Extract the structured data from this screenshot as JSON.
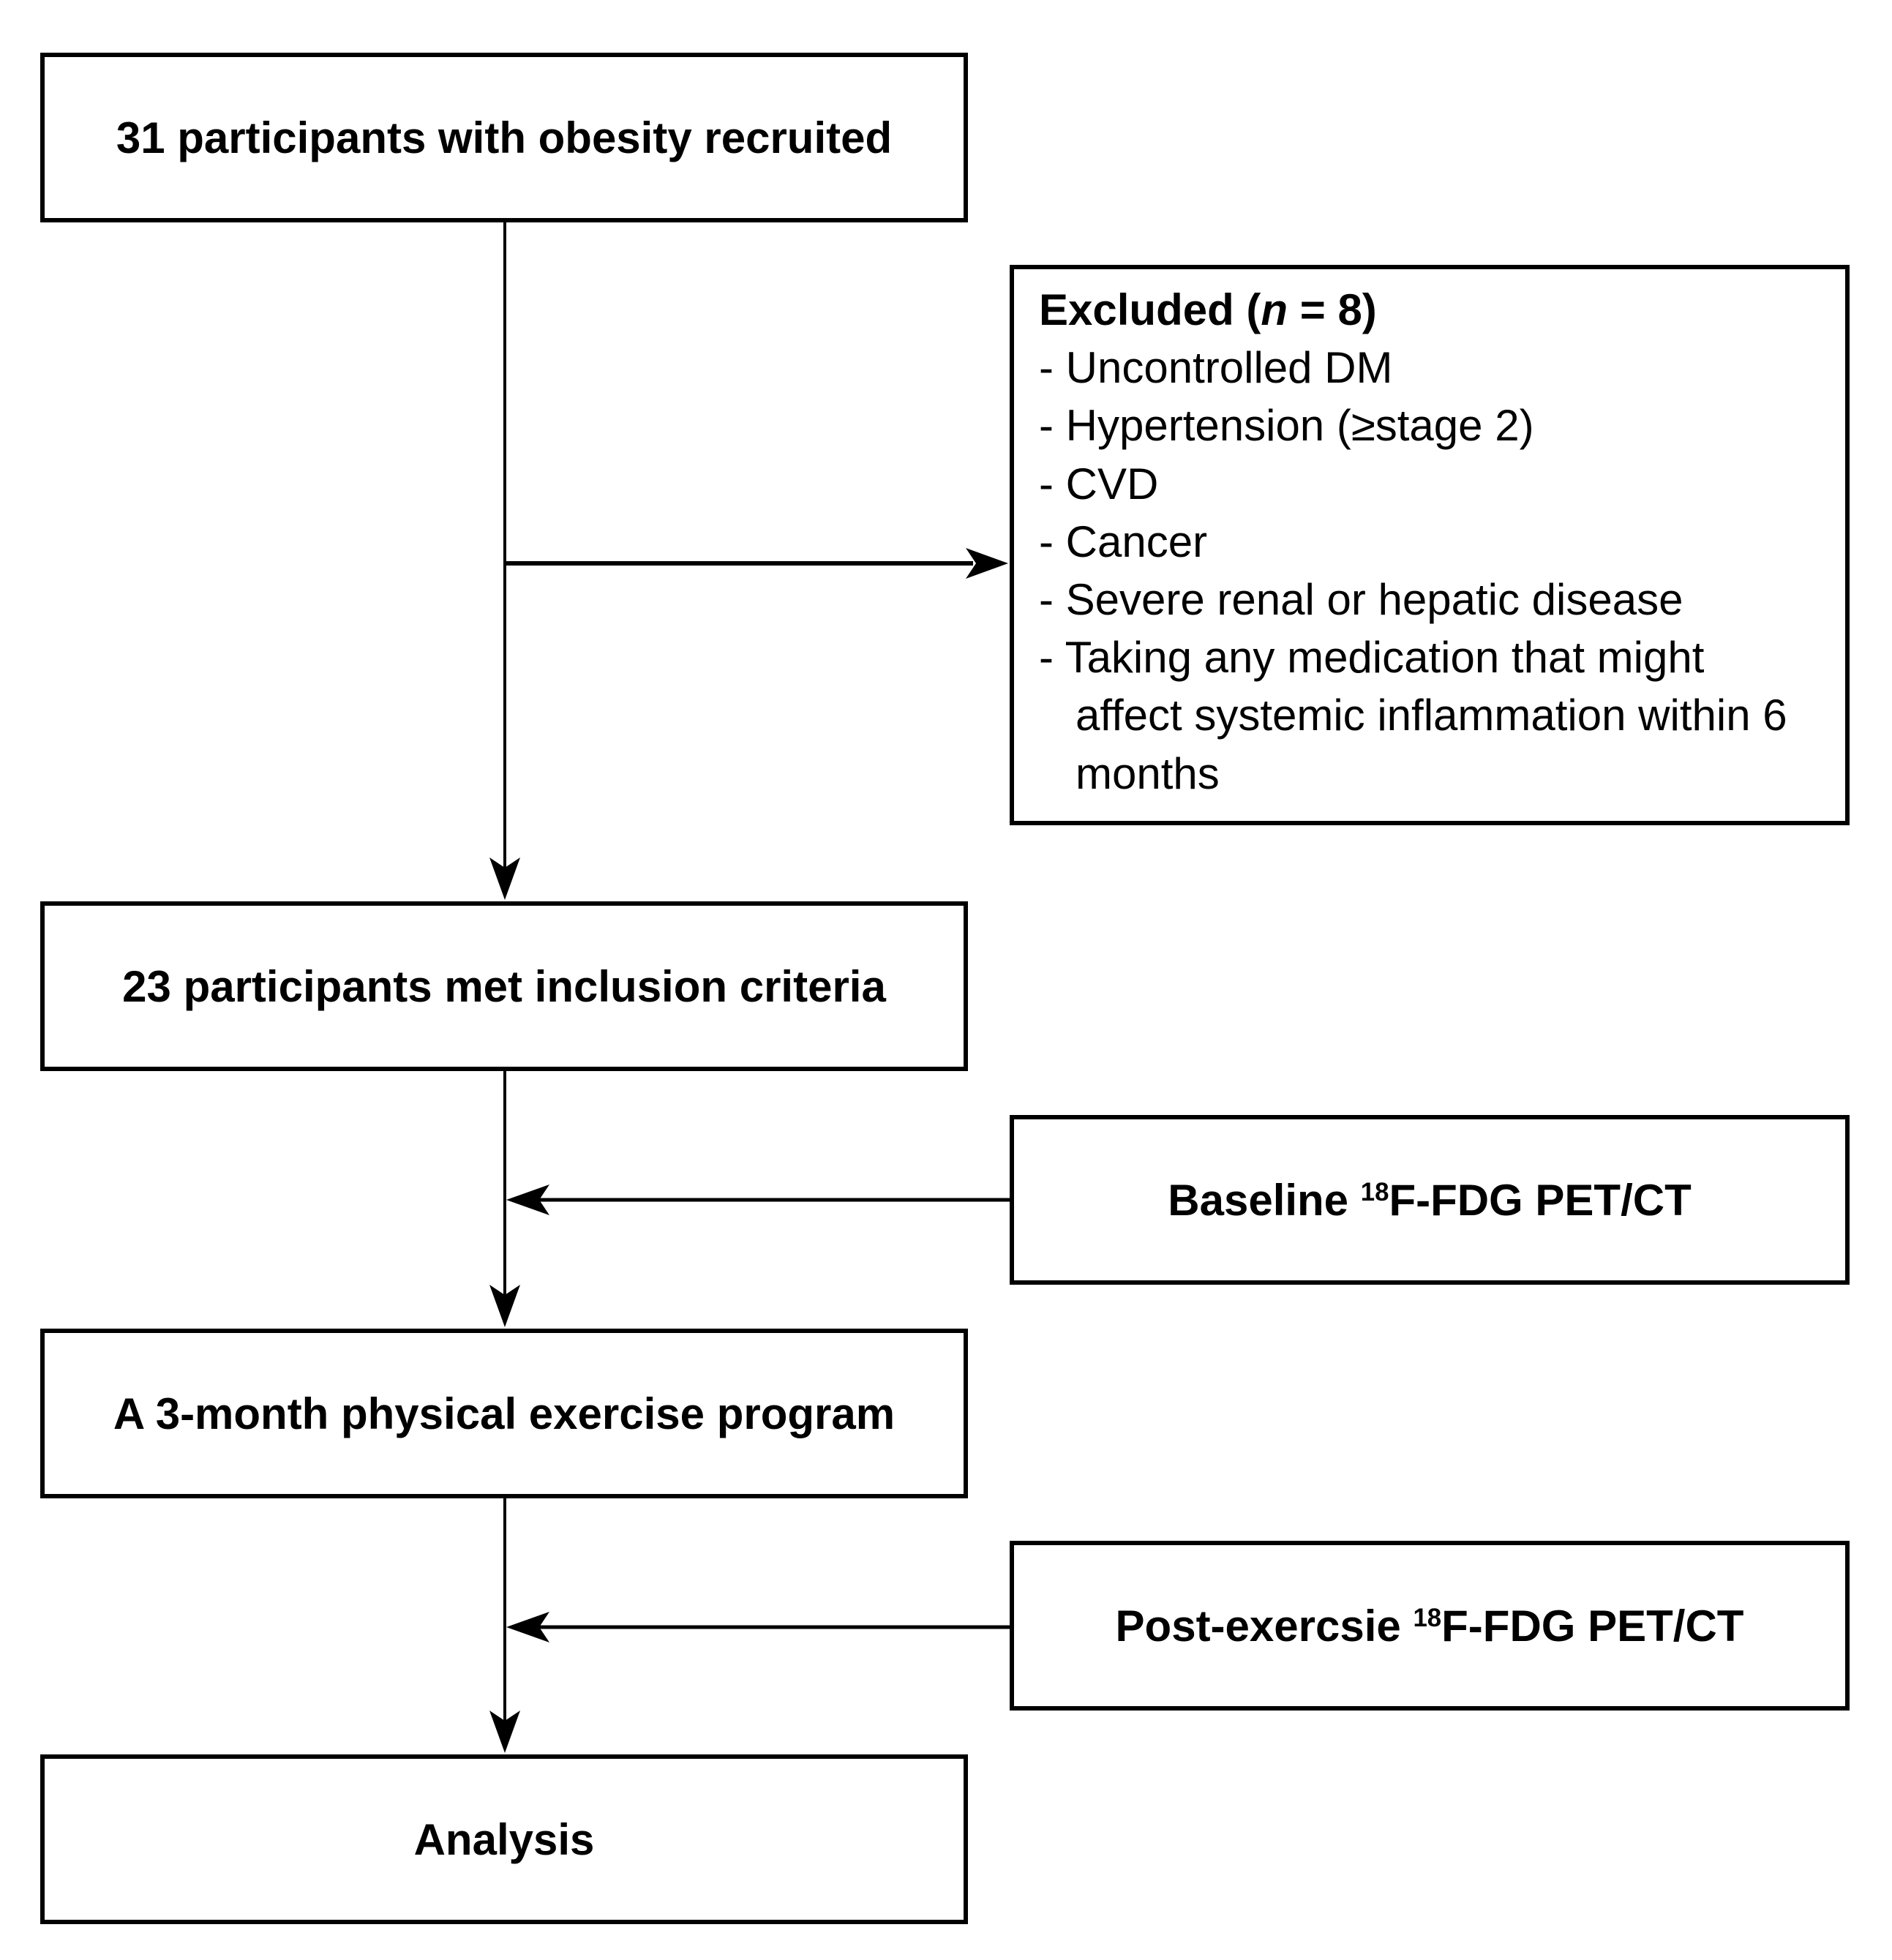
{
  "flowchart": {
    "box_recruited": "31 participants with obesity recruited",
    "box_excluded": {
      "title_pre": "Excluded (",
      "title_n": "n",
      "title_post": " = 8)",
      "items": [
        "- Uncontrolled DM",
        "- Hypertension (≥stage 2)",
        "- CVD",
        "- Cancer",
        "- Severe renal or hepatic disease",
        "- Taking any medication that might affect systemic inflammation within 6 months"
      ]
    },
    "box_inclusion": "23 participants met inclusion criteria",
    "box_baseline": {
      "pre": "Baseline ",
      "sup": "18",
      "post": "F-FDG PET/CT"
    },
    "box_exercise": "A 3-month physical exercise program",
    "box_postexercise": {
      "pre": "Post-exercsie ",
      "sup": "18",
      "post": "F-FDG PET/CT"
    },
    "box_analysis": "Analysis",
    "colors": {
      "line": "#000000",
      "box_border": "#000000",
      "text": "#000000",
      "background": "#ffffff"
    }
  }
}
